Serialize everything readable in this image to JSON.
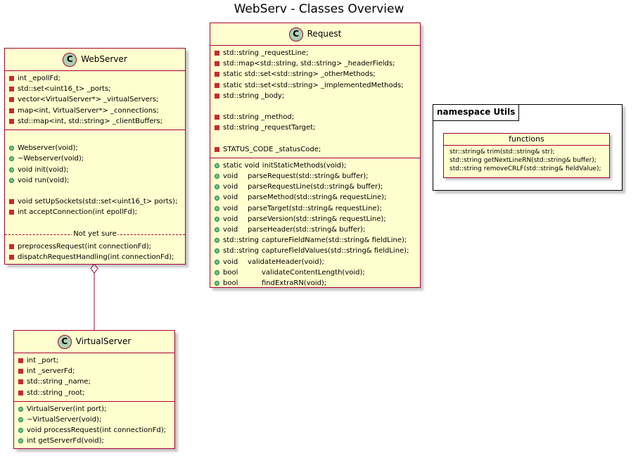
{
  "title": "WebServ - Classes Overview",
  "webserver": {
    "name": "WebServer",
    "stereotype_letter": "C",
    "fields": [
      "int _epollFd;",
      "std::set<uint16_t> _ports;",
      "vector<VirtualServer*> _virtualServers;",
      "map<int, VirtualServer*> _connections;",
      "std::map<int, std::string> _clientBuffers;"
    ],
    "methods_public": [
      "Webserver(void);",
      "~Webserver(void);",
      "void init(void);",
      "void run(void);"
    ],
    "methods_private": [
      "void setUpSockets(std::set<uint16_t> ports);",
      "int acceptConnection(int epollFd);"
    ],
    "separator_label": "Not yet sure",
    "methods_unsure": [
      "preprocessRequest(int connectionFd);",
      "dispatchRequestHandling(int connectionFd);"
    ]
  },
  "virtualserver": {
    "name": "VirtualServer",
    "stereotype_letter": "C",
    "fields": [
      "int _port;",
      "int _serverFd;",
      "std::string _name;",
      "std::string _root;"
    ],
    "methods": [
      "VirtualServer(int port);",
      "~VirtualServer(void);",
      "void processRequest(int connectionFd);",
      "int getServerFd(void);"
    ]
  },
  "request": {
    "name": "Request",
    "stereotype_letter": "C",
    "fields_group1": [
      "std::string _requestLine;",
      "std::map<std::string, std::string> _headerFields;",
      "static std::set<std::string> _otherMethods;",
      "static std::set<std::string> _implementedMethods;",
      "std::string _body;"
    ],
    "fields_group2": [
      "std::string _method;",
      "std::string _requestTarget;"
    ],
    "fields_group3": [
      "STATUS_CODE _statusCode;"
    ],
    "methods": [
      {
        "ret": "static void",
        "name": "initStaticMethods(void);"
      },
      {
        "ret": "void",
        "name": "parseRequest(std::string& buffer);"
      },
      {
        "ret": "void",
        "name": "parseRequestLine(std::string& buffer);"
      },
      {
        "ret": "void",
        "name": "parseMethod(std::string& requestLine);"
      },
      {
        "ret": "void",
        "name": "parseTarget(std::string& requestLine);"
      },
      {
        "ret": "void",
        "name": "parseVersion(std::string& requestLine);"
      },
      {
        "ret": "void",
        "name": "parseHeader(std::string& buffer);"
      },
      {
        "ret": "std::string",
        "name": "captureFieldName(std::string& fieldLine);"
      },
      {
        "ret": "std::string",
        "name": "captureFieldValues(std::string& fieldLine);"
      },
      {
        "ret": "void",
        "name": "validateHeader(void);"
      },
      {
        "ret": "bool",
        "name": "validateContentLength(void);"
      },
      {
        "ret": "bool",
        "name": "findExtraRN(void);"
      }
    ]
  },
  "namespace_utils": {
    "label": "namespace Utils",
    "functions_title": "functions",
    "functions": [
      "str::string& trim(std::string& str);",
      "std::string getNextLineRN(std::string& buffer);",
      "std::string removeCRLF(std::string& fieldValue);"
    ]
  },
  "colors": {
    "class_bg": "#FEFECE",
    "class_border": "#A80036",
    "circle": "#ADD1B2",
    "private": "#C82930",
    "public": "#84BE84"
  }
}
